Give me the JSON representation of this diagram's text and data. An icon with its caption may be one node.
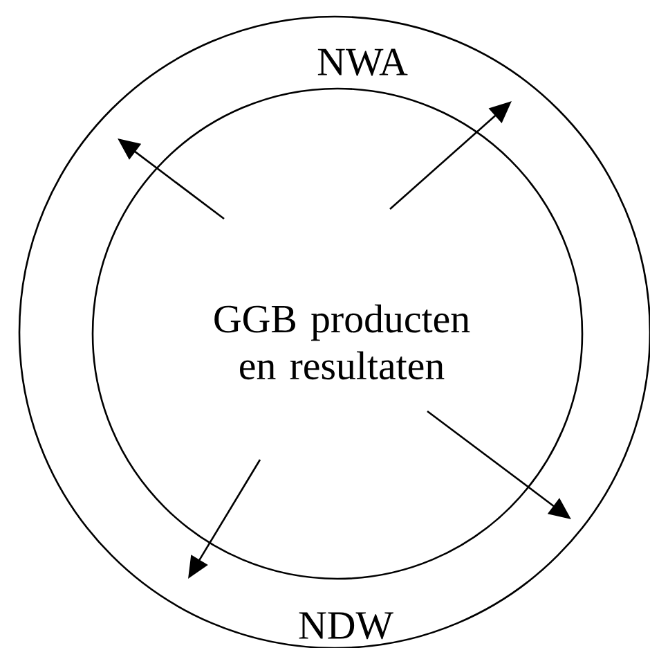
{
  "diagram": {
    "nodes": [
      {
        "text": [
          "NWA",
          "NDW"
        ]
      },
      {
        "text": [
          "GGB producten en resultaten"
        ],
        "in": 0
      }
    ]
  }
}
